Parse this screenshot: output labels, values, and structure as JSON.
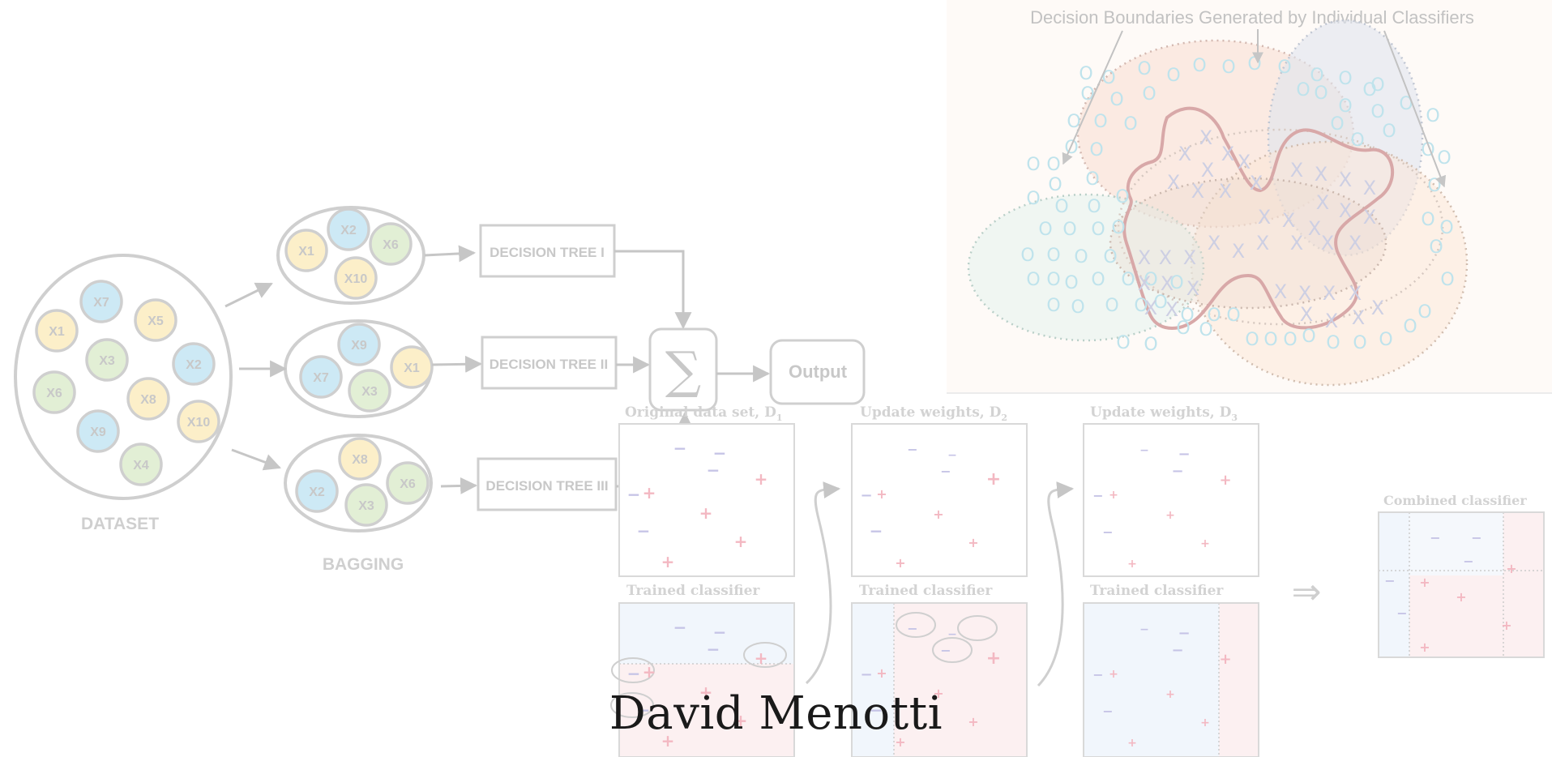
{
  "bagging": {
    "dataset_label": "DATASET",
    "bagging_label": "BAGGING",
    "dataset_items": [
      {
        "label": "X7",
        "color": "#cde9f5"
      },
      {
        "label": "X1",
        "color": "#fcefc9"
      },
      {
        "label": "X5",
        "color": "#fcefc9"
      },
      {
        "label": "X3",
        "color": "#e2efd5"
      },
      {
        "label": "X2",
        "color": "#cde9f5"
      },
      {
        "label": "X6",
        "color": "#e2efd5"
      },
      {
        "label": "X8",
        "color": "#fcefc9"
      },
      {
        "label": "X10",
        "color": "#fcefc9"
      },
      {
        "label": "X9",
        "color": "#cde9f5"
      },
      {
        "label": "X4",
        "color": "#e2efd5"
      }
    ],
    "bags": [
      {
        "items": [
          {
            "label": "X2",
            "color": "#cde9f5"
          },
          {
            "label": "X1",
            "color": "#fcefc9"
          },
          {
            "label": "X6",
            "color": "#e2efd5"
          },
          {
            "label": "X10",
            "color": "#fcefc9"
          }
        ]
      },
      {
        "items": [
          {
            "label": "X9",
            "color": "#cde9f5"
          },
          {
            "label": "X7",
            "color": "#cde9f5"
          },
          {
            "label": "X3",
            "color": "#e2efd5"
          },
          {
            "label": "X1",
            "color": "#fcefc9"
          }
        ]
      },
      {
        "items": [
          {
            "label": "X8",
            "color": "#fcefc9"
          },
          {
            "label": "X2",
            "color": "#cde9f5"
          },
          {
            "label": "X3",
            "color": "#e2efd5"
          },
          {
            "label": "X6",
            "color": "#e2efd5"
          }
        ]
      }
    ],
    "trees": [
      "DECISION TREE I",
      "DECISION TREE II",
      "DECISION TREE III"
    ],
    "sum_symbol": "∑",
    "output_label": "Output"
  },
  "boundaries": {
    "title": "Decision Boundaries Generated by Individual Classifiers",
    "o_marker": "O",
    "x_marker": "X"
  },
  "boosting": {
    "panels": [
      {
        "title": "Original data set,  D",
        "sub": "1"
      },
      {
        "title": "Update weights,  D",
        "sub": "2"
      },
      {
        "title": "Update weights,  D",
        "sub": "3"
      }
    ],
    "trained_label": "Trained classifier",
    "combined_label": "Combined classifier",
    "arrow_symbol": "⇒",
    "plus": "+",
    "minus": "−"
  },
  "author": "David Menotti"
}
